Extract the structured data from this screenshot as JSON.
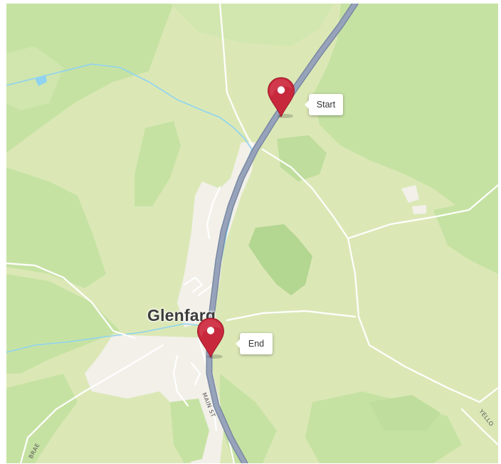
{
  "map": {
    "place_label": "Glenfarg",
    "road_labels": {
      "main_st": "MAIN ST",
      "brae": "BRAE",
      "yellow": "YELLO"
    }
  },
  "markers": {
    "start": {
      "label": "Start",
      "color": "#c8283c"
    },
    "end": {
      "label": "End",
      "color": "#c8283c"
    }
  },
  "colors": {
    "base": "#dbe8b6",
    "forest": "#c2df9f",
    "forest_dark": "#b0d48d",
    "urban": "#f2f0e9",
    "water": "#8fd3f0",
    "road_major": "#8c9ab4",
    "road_minor": "#ffffff"
  }
}
